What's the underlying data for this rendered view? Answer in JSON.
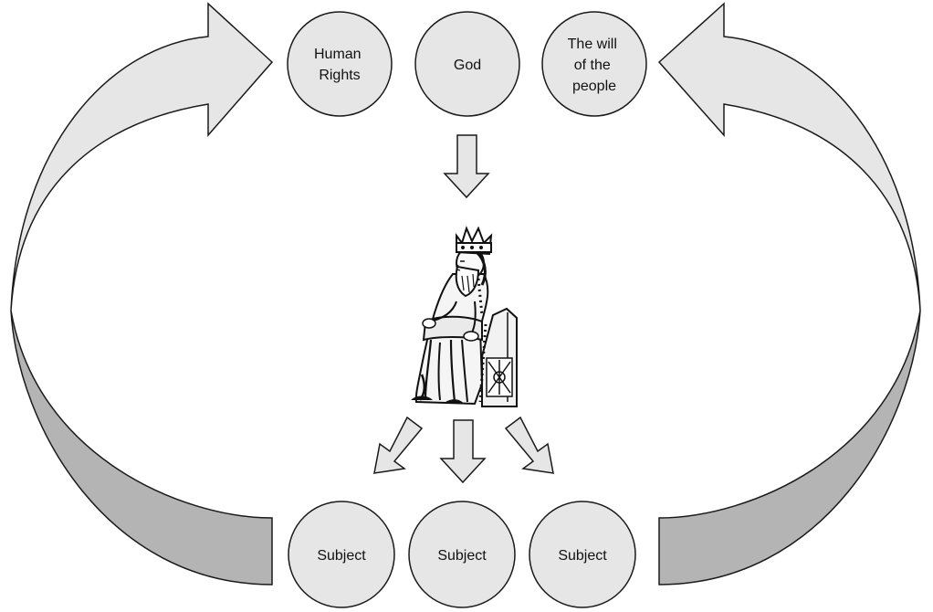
{
  "colors": {
    "background": "#ffffff",
    "circle_fill": "#e6e6e6",
    "stroke": "#1a1a1a",
    "arrow_light": "#e6e6e6",
    "arrow_dark": "#b4b4b4"
  },
  "top_sources": [
    {
      "id": "human-rights",
      "lines": [
        "Human",
        "Rights"
      ]
    },
    {
      "id": "god",
      "lines": [
        "God"
      ]
    },
    {
      "id": "will-of-people",
      "lines": [
        "The will",
        "of the",
        "people"
      ]
    }
  ],
  "center_figure": {
    "icon": "enthroned-king-illustration"
  },
  "subjects": [
    {
      "label": "Subject"
    },
    {
      "label": "Subject"
    },
    {
      "label": "Subject"
    }
  ],
  "arrows": {
    "downward_from_god": "arrow-down-icon",
    "from_king_to_subjects": [
      "arrow-down-left-icon",
      "arrow-down-icon",
      "arrow-down-right-icon"
    ],
    "cycle": [
      "left-cycle-arrow",
      "right-cycle-arrow"
    ]
  }
}
